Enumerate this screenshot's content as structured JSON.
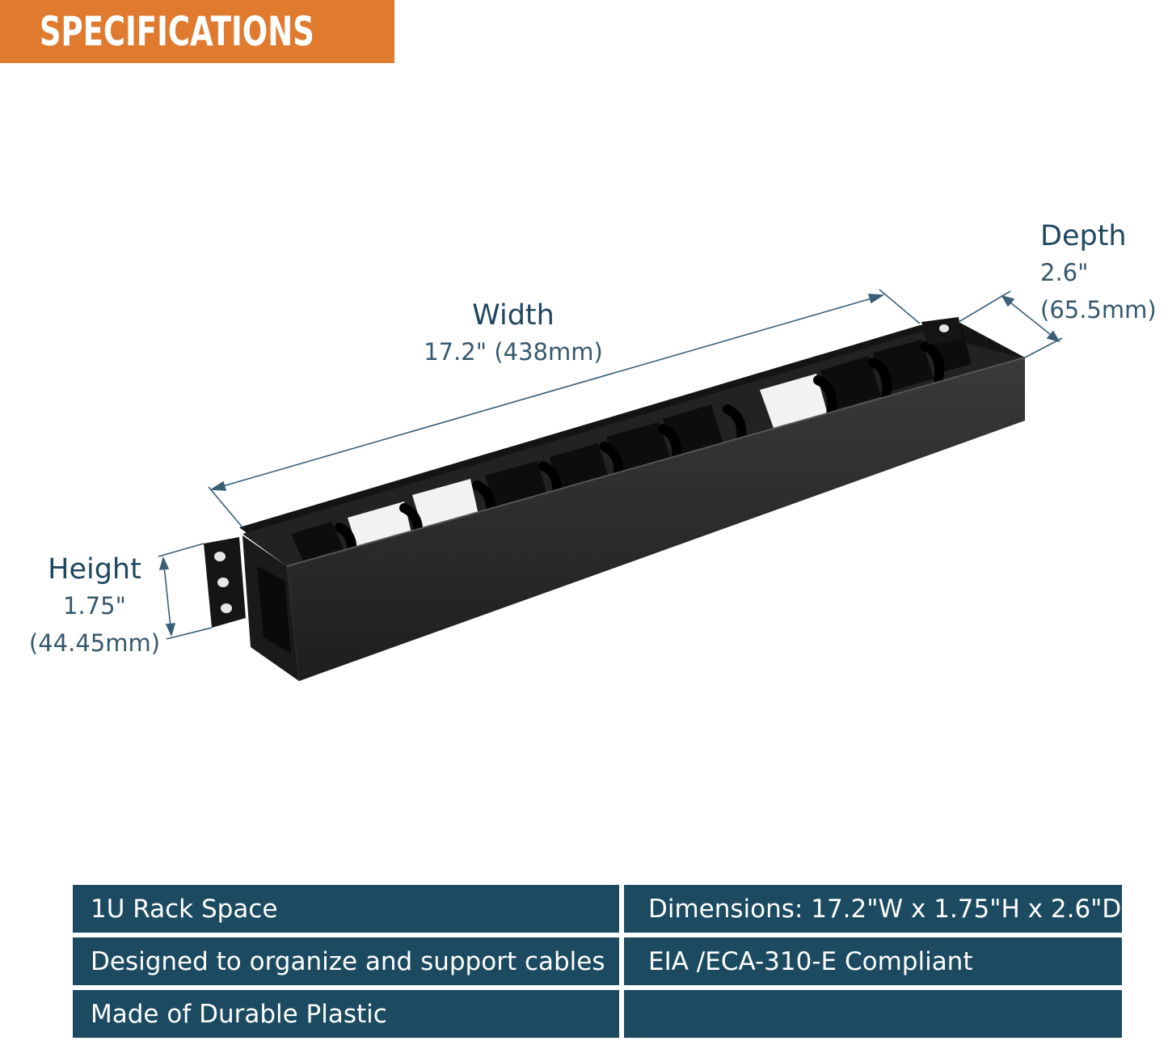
{
  "banner": {
    "title": "SPECIFICATIONS"
  },
  "dimensions": {
    "width": {
      "label": "Width",
      "value": "17.2\" (438mm)"
    },
    "depth": {
      "label": "Depth",
      "value1": "2.6\"",
      "value2": "(65.5mm)"
    },
    "height": {
      "label": "Height",
      "value1": "1.75\"",
      "value2": "(44.45mm)"
    }
  },
  "specs": [
    [
      "1U Rack Space",
      "Dimensions: 17.2\"W x 1.75\"H x 2.6\"D"
    ],
    [
      "Designed to organize and support cables",
      "EIA /ECA-310-E Compliant"
    ],
    [
      "Made of Durable Plastic",
      ""
    ]
  ],
  "colors": {
    "banner": "#e07a2e",
    "table": "#1b4a61",
    "dimension_text": "#1f4760"
  }
}
